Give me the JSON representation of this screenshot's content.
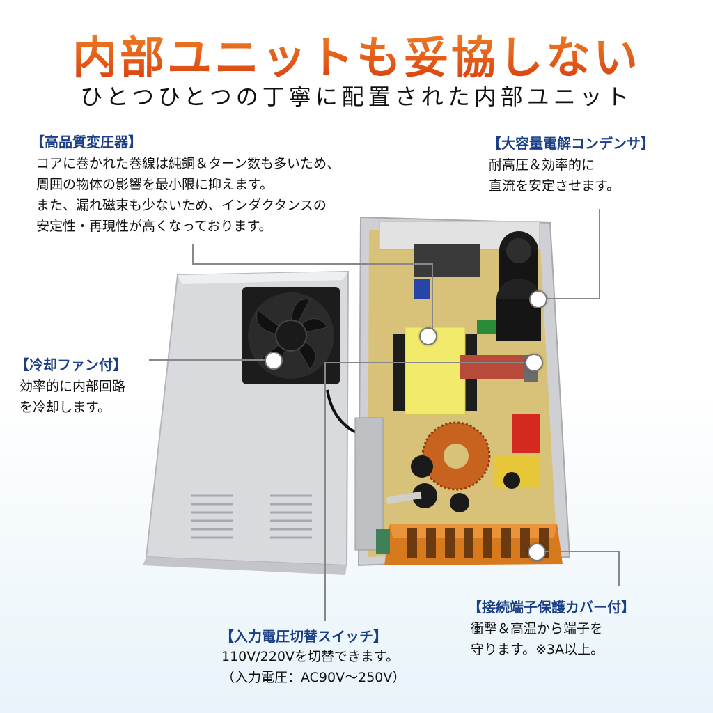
{
  "title": "内部ユニットも妥協しない",
  "subtitle": "ひとつひとつの丁寧に配置された内部ユニット",
  "callouts": {
    "transformer": {
      "heading": "【高品質変圧器】",
      "lines": [
        "コアに巻かれた巻線は純銅＆ターン数も多いため、",
        "周囲の物体の影響を最小限に抑えます。",
        "また、漏れ磁束も少ないため、インダクタンスの",
        "安定性・再現性が高くなっております。"
      ]
    },
    "capacitor": {
      "heading": "【大容量電解コンデンサ】",
      "lines": [
        "耐高圧＆効率的に",
        "直流を安定させます。"
      ]
    },
    "fan": {
      "heading": "【冷却ファン付】",
      "lines": [
        "効率的に内部回路",
        "を冷却します。"
      ]
    },
    "terminal": {
      "heading": "【接続端子保護カバー付】",
      "lines": [
        "衝撃＆高温から端子を",
        "守ります。※3A以上。"
      ]
    },
    "switch": {
      "heading": "【入力電圧切替スイッチ】",
      "lines": [
        "110V/220Vを切替できます。",
        "（入力電圧：AC90V～250V）"
      ]
    }
  },
  "colors": {
    "title_top": "#f08a2a",
    "title_bottom": "#d93a0c",
    "heading": "#1b3f86",
    "pcb": "#d8c27a",
    "transformer": "#f2ea6a",
    "terminal": "#d77a1e",
    "fan": "#1a1a1a",
    "casing": "#dcdde0"
  }
}
